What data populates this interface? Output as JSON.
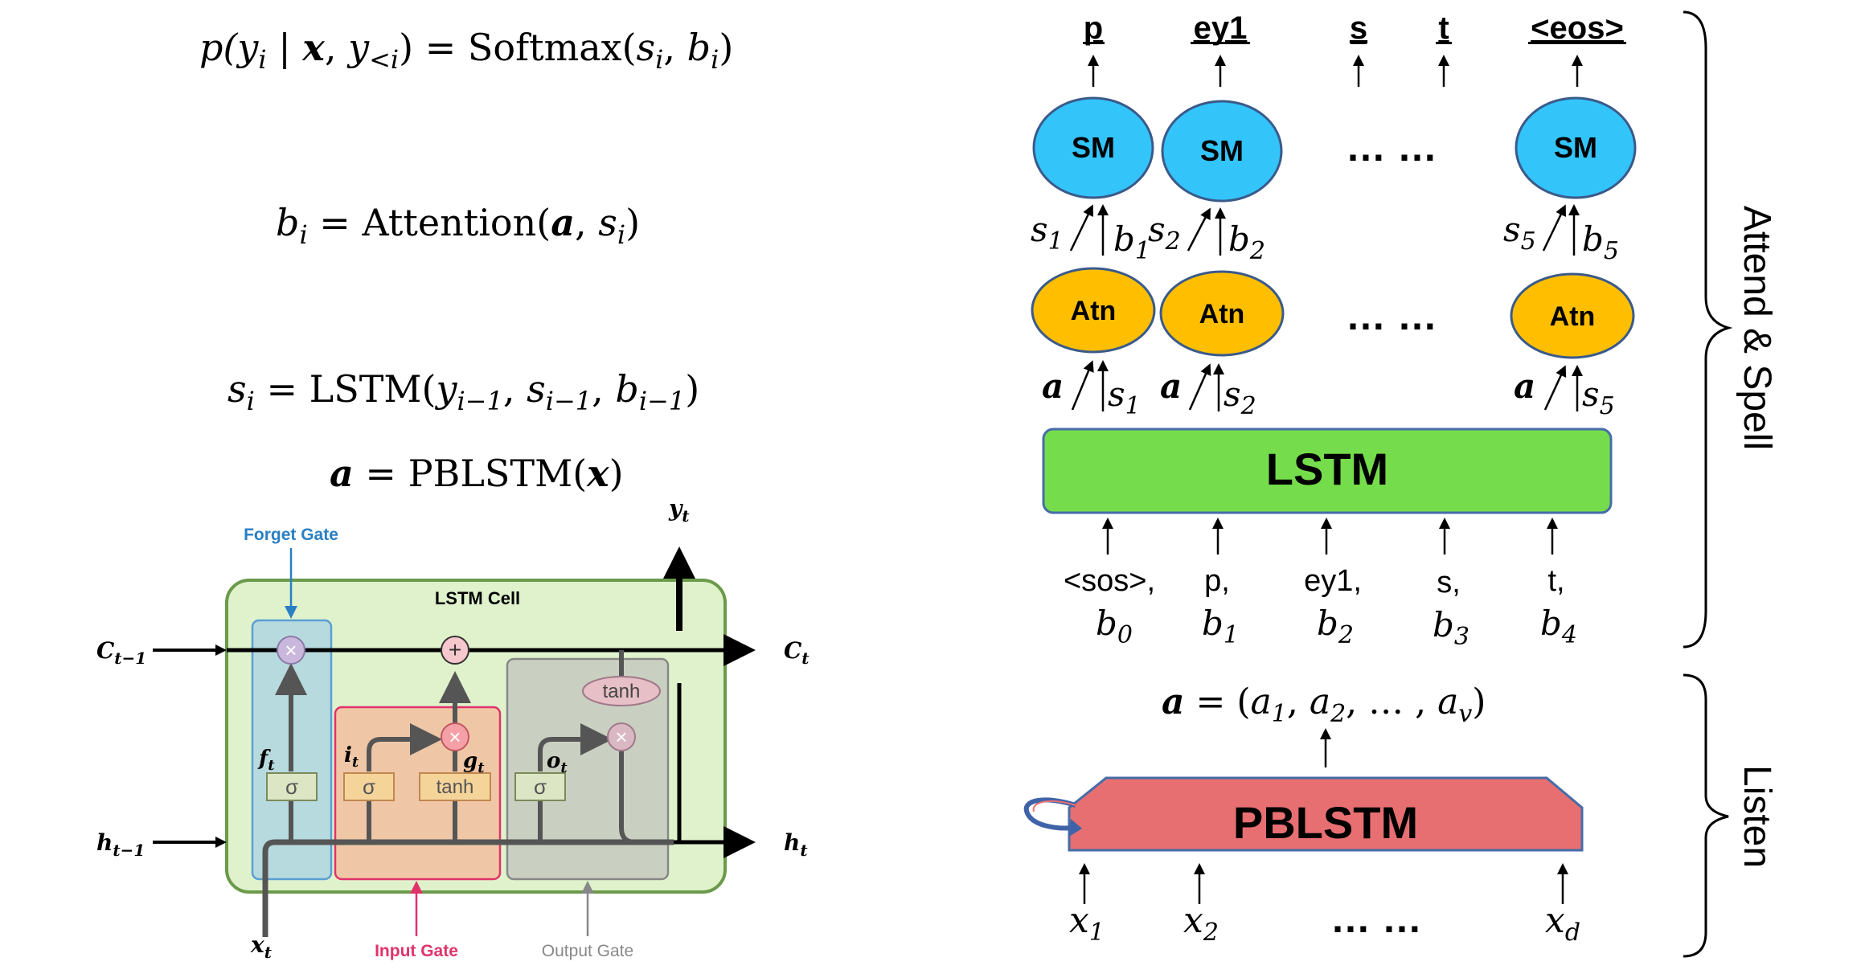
{
  "equations": {
    "eq1": {
      "lhs": "p(",
      "y": "y",
      "y_sub": "i",
      "bar": " | ",
      "x": "x",
      "comma": ", ",
      "ylt": "y",
      "ylt_sub": "<i",
      "rhs_open": ") = ",
      "fn": "Softmax",
      "args_open": "(",
      "s": "s",
      "s_sub": "i",
      "sep": ", ",
      "b": "b",
      "b_sub": "i",
      "close": ")"
    },
    "eq2": {
      "b": "b",
      "b_sub": "i",
      "eq": " = ",
      "fn": "Attention",
      "open": "(",
      "a": "a",
      "sep": ", ",
      "s": "s",
      "s_sub": "i",
      "close": ")"
    },
    "eq3": {
      "s": "s",
      "s_sub": "i",
      "eq": " = ",
      "fn": "LSTM",
      "open": "(",
      "y": "y",
      "y_sub": "i−1",
      "sep1": ", ",
      "s2": "s",
      "s2_sub": "i−1",
      "sep2": ", ",
      "b": "b",
      "b_sub": "i−1",
      "close": ")"
    },
    "eq4": {
      "a": "a",
      "eq": " = ",
      "fn": "PBLSTM",
      "open": "(",
      "x": "x",
      "close": ")"
    }
  },
  "lstm_cell": {
    "title": "LSTM Cell",
    "forget_gate": "Forget Gate",
    "input_gate": "Input Gate",
    "output_gate": "Output Gate",
    "c_prev": "C",
    "c_prev_sub": "t−1",
    "c_next": "C",
    "c_next_sub": "t",
    "h_prev": "h",
    "h_prev_sub": "t−1",
    "h_next": "h",
    "h_next_sub": "t",
    "x_in": "x",
    "x_in_sub": "t",
    "y_out": "y",
    "y_out_sub": "t",
    "f": "f",
    "f_sub": "t",
    "i": "i",
    "i_sub": "t",
    "g": "g",
    "g_sub": "t",
    "o": "o",
    "o_sub": "t",
    "sigma": "σ",
    "tanh": "tanh",
    "times": "×",
    "plus": "+",
    "colors": {
      "cell_bg": "#dff2cc",
      "cell_border": "#6a9a4a",
      "forget_bg": "#b3d7e0",
      "forget_border": "#5a9fd4",
      "input_bg": "#f2c2a2",
      "input_border": "#e0336a",
      "output_bg": "#c8ccc0",
      "output_border": "#888888",
      "forget_label": "#2a7fc4",
      "input_label": "#e0336a",
      "output_label": "#888888"
    }
  },
  "outputs": [
    "p",
    "ey1",
    "s",
    "t",
    "<eos>"
  ],
  "sm_label": "SM",
  "atn_label": "Atn",
  "dots": "… …",
  "sm_inputs": [
    {
      "s": "s",
      "s_sub": "1",
      "b": "b",
      "b_sub": "1"
    },
    {
      "s": "s",
      "s_sub": "2",
      "b": "b",
      "b_sub": "2"
    },
    {
      "s": "s",
      "s_sub": "5",
      "b": "b",
      "b_sub": "5"
    }
  ],
  "atn_inputs": [
    {
      "a": "a",
      "s": "s",
      "s_sub": "1"
    },
    {
      "a": "a",
      "s": "s",
      "s_sub": "2"
    },
    {
      "a": "a",
      "s": "s",
      "s_sub": "5"
    }
  ],
  "lstm_label": "LSTM",
  "lstm_inputs": [
    {
      "tok": "<sos>,",
      "b": "b",
      "b_sub": "0"
    },
    {
      "tok": "p,",
      "b": "b",
      "b_sub": "1"
    },
    {
      "tok": "ey1,",
      "b": "b",
      "b_sub": "2"
    },
    {
      "tok": "s,",
      "b": "b",
      "b_sub": "3"
    },
    {
      "tok": "t,",
      "b": "b",
      "b_sub": "4"
    }
  ],
  "a_vector": {
    "a": "a",
    "eq": " = (",
    "a1": "a",
    "a1_sub": "1",
    "a2": "a",
    "a2_sub": "2",
    "ell": ", … , ",
    "av": "a",
    "av_sub": "v",
    "close": ")",
    "c1": ", "
  },
  "pblstm_label": "PBLSTM",
  "pblstm_inputs": [
    {
      "x": "x",
      "x_sub": "1"
    },
    {
      "x": "x",
      "x_sub": "2"
    },
    {
      "x": "x",
      "x_sub": "d"
    }
  ],
  "brace_labels": {
    "attend_spell": "Attend & Spell",
    "listen": "Listen"
  },
  "colors": {
    "sm": "#33c4fa",
    "atn": "#ffbf00",
    "lstm": "#75dd4b",
    "pblstm": "#e76f72",
    "node_border": "#3a5a8a",
    "lstm_border": "#456da8",
    "pblstm_border": "#456da8"
  }
}
